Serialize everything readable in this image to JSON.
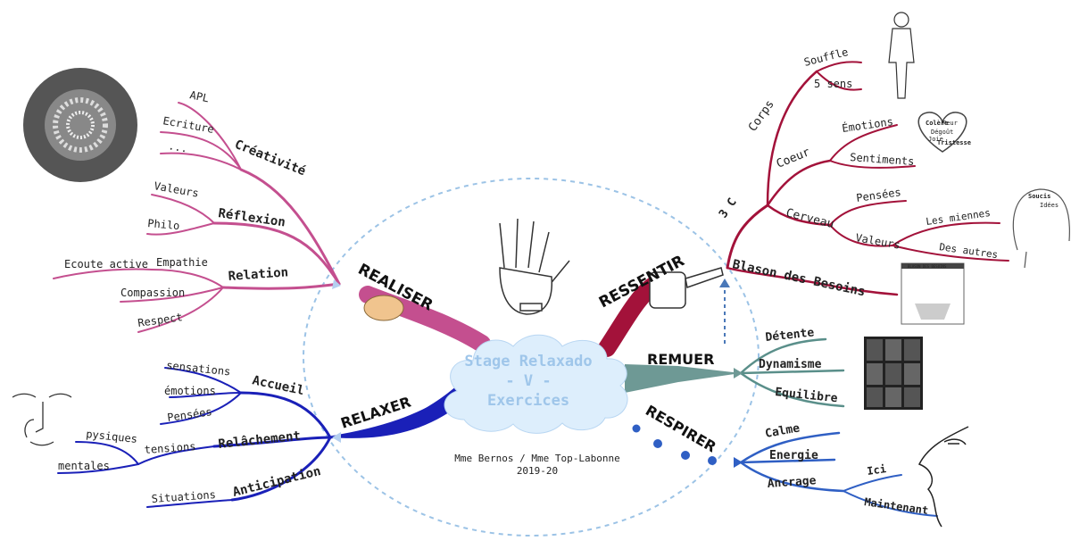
{
  "center": {
    "line1": "Stage Relaxado",
    "line2": "- V -",
    "line3": "Exercices",
    "authors": "Mme Bernos / Mme Top-Labonne",
    "year": "2019-20"
  },
  "branches": {
    "realiser": {
      "title": "REALISER",
      "color": "#c44f8f",
      "creativite": {
        "label": "Créativité",
        "items": [
          "APL",
          "Ecriture",
          "..."
        ]
      },
      "reflexion": {
        "label": "Réflexion",
        "items": [
          "Valeurs",
          "Philo"
        ]
      },
      "relation": {
        "label": "Relation",
        "items": [
          "Empathie",
          "Compassion",
          "Respect"
        ],
        "sub": "Ecoute active"
      }
    },
    "ressentir": {
      "title": "RESSENTIR",
      "color": "#a3123a",
      "trois_c": "3 C",
      "corps": {
        "label": "Corps",
        "items": [
          "Souffle",
          "5 sens"
        ]
      },
      "coeur": {
        "label": "Coeur",
        "items": [
          "Émotions",
          "Sentiments"
        ]
      },
      "cerveau": {
        "label": "Cerveau",
        "items": [
          "Pensées",
          "Valeurs"
        ],
        "sub": [
          "Les miennes",
          "Des autres"
        ]
      },
      "blason": "Blason des Besoins"
    },
    "remuer": {
      "title": "REMUER",
      "color": "#5a8f8a",
      "items": [
        "Détente",
        "Dynamisme",
        "Equilibre"
      ]
    },
    "respirer": {
      "title": "RESPIRER",
      "color": "#2f5fc4",
      "items": [
        "Calme",
        "Energie",
        "Ancrage"
      ],
      "sub": [
        "Ici",
        "Maintenant"
      ]
    },
    "relaxer": {
      "title": "RELAXER",
      "color": "#1a20b8",
      "accueil": {
        "label": "Accueil",
        "items": [
          "sensations",
          "émotions",
          "Pensées"
        ]
      },
      "relachement": {
        "label": "Relâchement",
        "item": "tensions",
        "sub": [
          "pysiques",
          "mentales"
        ]
      },
      "anticipation": {
        "label": "Anticipation",
        "item": "Situations"
      }
    }
  },
  "images": {
    "body": "body-figure",
    "heart_words": [
      "Colère",
      "Peur",
      "Dégoût",
      "Joie",
      "Tristesse"
    ],
    "head_words": [
      "Soucis",
      "Idées"
    ],
    "blason_title": "BLASON DES BESOINS"
  }
}
